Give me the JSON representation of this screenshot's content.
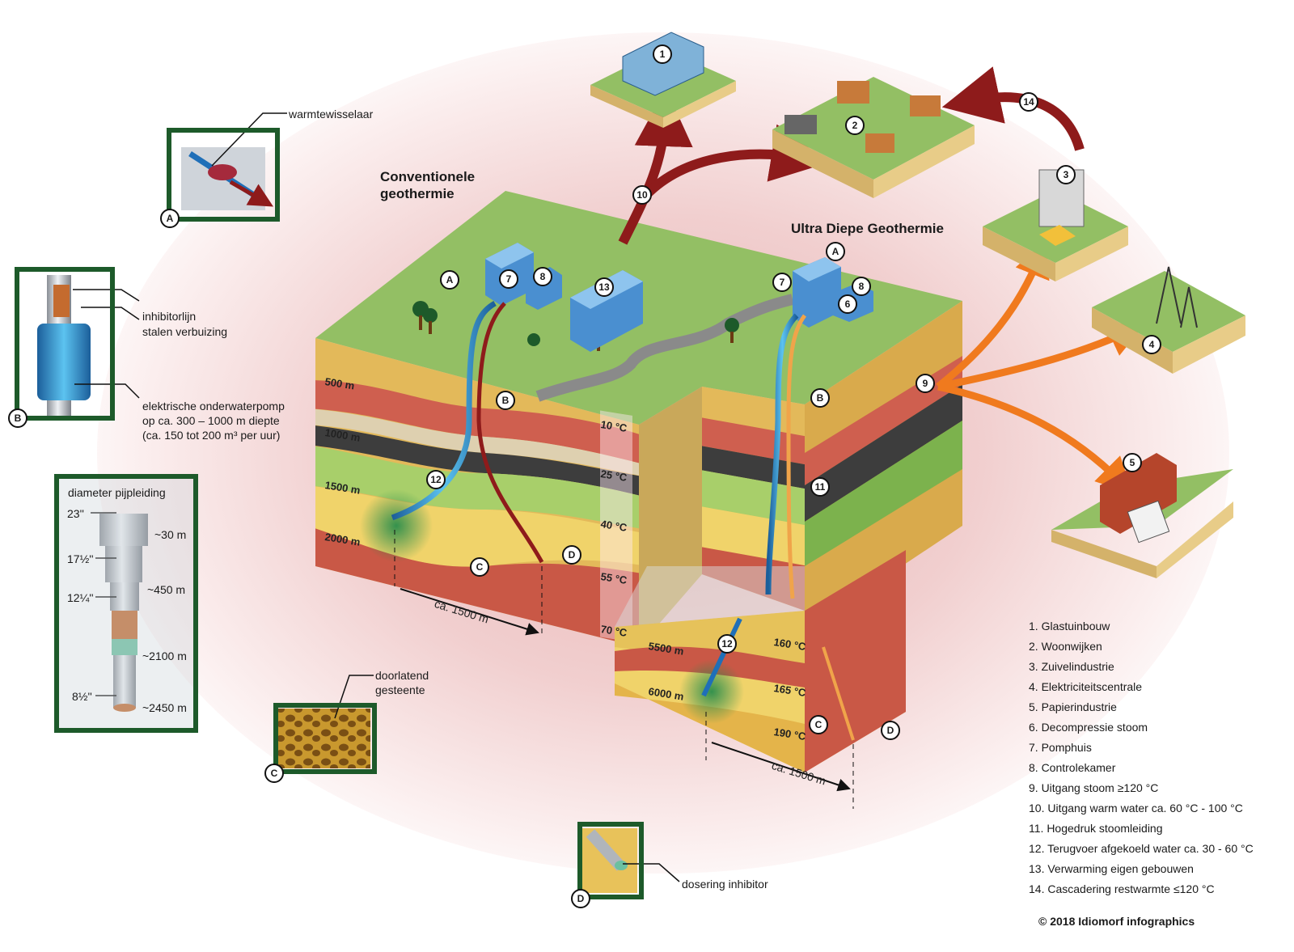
{
  "headings": {
    "conventional": "Conventionele\ngeothermie",
    "ultra_deep": "Ultra Diepe Geothermie"
  },
  "insets": {
    "a_label": "warmtewisselaar",
    "b_labels": [
      "inhibitorlijn",
      "stalen verbuizing",
      "elektrische onderwaterpomp",
      "op ca. 300 – 1000 m diepte",
      "(ca. 150 tot 200 m³ per uur)"
    ],
    "pipe_title": "diameter pijpleiding",
    "pipe_diameters": [
      "23''",
      "17½''",
      "12¼''",
      "8½''"
    ],
    "pipe_depths": [
      "~30 m",
      "~450 m",
      "~2100 m",
      "~2450 m"
    ],
    "c_label": "doorlatend\ngesteente",
    "d_label": "dosering inhibitor",
    "letters": [
      "A",
      "B",
      "C",
      "D"
    ]
  },
  "depths_conventional": [
    "500 m",
    "1000 m",
    "1500 m",
    "2000 m"
  ],
  "temps_conventional": [
    "10 °C",
    "25 °C",
    "40 °C",
    "55 °C",
    "70 °C"
  ],
  "depths_deep": [
    "5500 m",
    "6000 m"
  ],
  "temps_deep": [
    "160 °C",
    "165 °C",
    "190 °C"
  ],
  "distance": "ca. 1500 m",
  "legend": [
    "1.  Glastuinbouw",
    "2.  Woonwijken",
    "3.  Zuivelindustrie",
    "4.  Elektriciteitscentrale",
    "5.  Papierindustrie",
    "6.  Decompressie stoom",
    "7.  Pomphuis",
    "8.  Controlekamer",
    "9.  Uitgang stoom ≥120 °C",
    "10.  Uitgang warm water ca. 60 °C - 100 °C",
    "11.  Hogedruk stoomleiding",
    "12.  Terugvoer afgekoeld water ca. 30 - 60 °C",
    "13.  Verwarming eigen gebouwen",
    "14.  Cascadering restwarmte  ≤120 °C"
  ],
  "copyright": "© 2018 Idiomorf infographics",
  "badges": [
    "1",
    "2",
    "3",
    "4",
    "5",
    "6",
    "7",
    "8",
    "9",
    "10",
    "11",
    "12",
    "13",
    "14",
    "A",
    "B",
    "C",
    "D"
  ],
  "colors": {
    "surface": "#93bf64",
    "hot_pipe": "#8e1b1b",
    "steam_arrow": "#f07a1e",
    "cold_pipe": "#1f6fb8",
    "inset_border": "#1d5a2a"
  }
}
